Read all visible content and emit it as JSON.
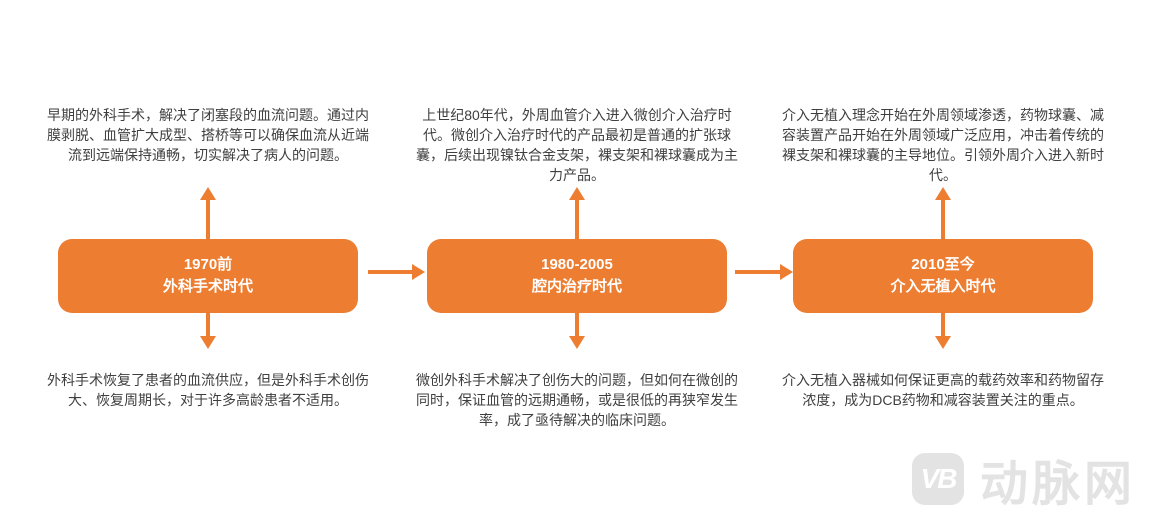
{
  "colors": {
    "accent_orange": "#ED7D31",
    "text_gray": "#3F3F3F",
    "watermark_gray": "#E3E3E3",
    "background": "#FFFFFF"
  },
  "eras": [
    {
      "top_text": "早期的外科手术，解决了闭塞段的血流问题。通过内膜剥脱、血管扩大成型、搭桥等可以确保血流从近端流到远端保持通畅，切实解决了病人的问题。",
      "period": "1970前",
      "name": "外科手术时代",
      "bottom_text": "外科手术恢复了患者的血流供应，但是外科手术创伤大、恢复周期长，对于许多高龄患者不适用。"
    },
    {
      "top_text": "上世纪80年代，外周血管介入进入微创介入治疗时代。微创介入治疗时代的产品最初是普通的扩张球囊，后续出现镍钛合金支架，裸支架和裸球囊成为主力产品。",
      "period": "1980-2005",
      "name": "腔内治疗时代",
      "bottom_text": "微创外科手术解决了创伤大的问题，但如何在微创的同时，保证血管的远期通畅，或是很低的再狭窄发生率，成了亟待解决的临床问题。"
    },
    {
      "top_text": "介入无植入理念开始在外周领域渗透，药物球囊、减容装置产品开始在外周领域广泛应用，冲击着传统的裸支架和裸球囊的主导地位。引领外周介入进入新时代。",
      "period": "2010至今",
      "name": "介入无植入时代",
      "bottom_text": "介入无植入器械如何保证更高的载药效率和药物留存浓度，成为DCB药物和减容装置关注的重点。"
    }
  ],
  "watermark": {
    "badge": "VB",
    "brand": "动脉网"
  }
}
